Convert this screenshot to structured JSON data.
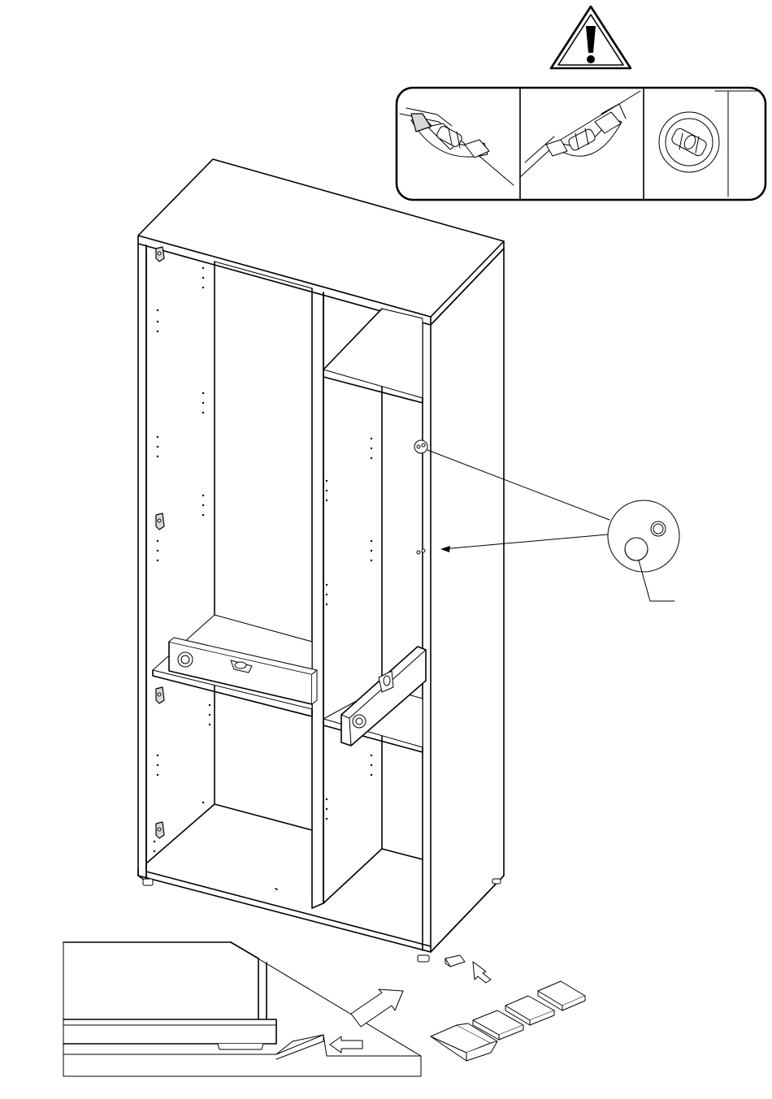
{
  "figure": {
    "warning_symbol": "exclamation-triangle-icon",
    "level_check_panels": [
      "spirit-level-left-tilt",
      "spirit-level-right-tilt",
      "spirit-level-centered"
    ],
    "colors": {
      "line": "#000000",
      "fill": "#ffffff",
      "shade": "#d8d8d8"
    }
  }
}
